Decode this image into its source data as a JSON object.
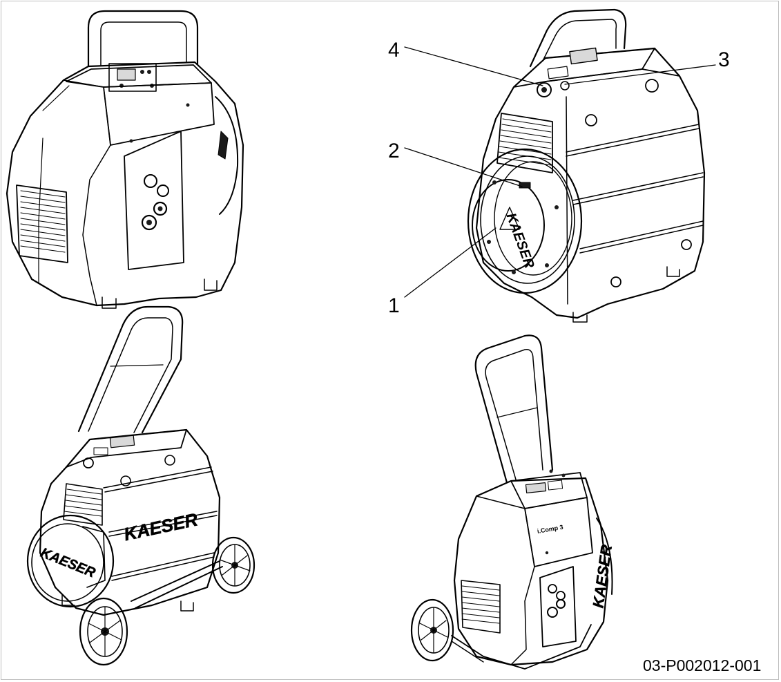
{
  "figure": {
    "code": "03-P002012-001",
    "brand_text": "KAESER",
    "model_text": "i.Comp 3",
    "colors": {
      "line": "#000000",
      "background": "#ffffff",
      "frame": "#bdbdbd"
    }
  },
  "callouts": [
    {
      "number": "1"
    },
    {
      "number": "2"
    },
    {
      "number": "3"
    },
    {
      "number": "4"
    }
  ],
  "views": [
    {
      "name": "compressor-front-view"
    },
    {
      "name": "compressor-rear-view"
    },
    {
      "name": "compressor-with-trolley-rear-view"
    },
    {
      "name": "compressor-with-trolley-front-view"
    }
  ]
}
